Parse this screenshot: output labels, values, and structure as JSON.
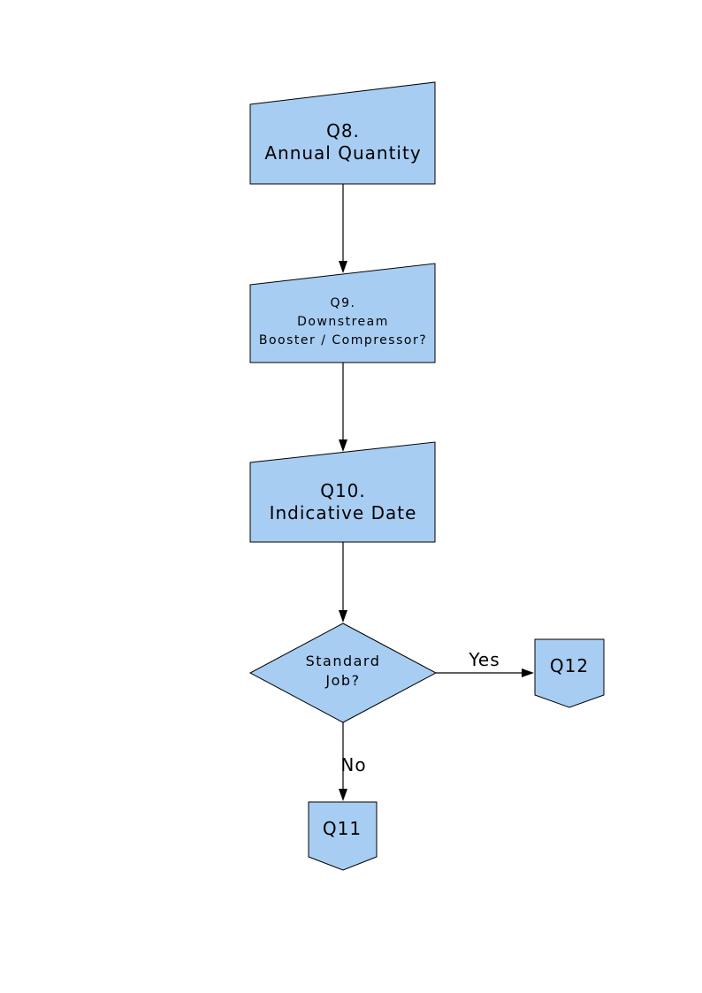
{
  "canvas": {
    "background": "#ffffff"
  },
  "palette": {
    "node_fill": "#a8cdf3",
    "node_stroke": "#000000",
    "connector_color": "#000000",
    "text_color": "#000000"
  },
  "nodes": {
    "q8": {
      "shape": "manual-input",
      "lines": [
        "Q8.",
        "Annual Quantity"
      ]
    },
    "q9": {
      "shape": "manual-input",
      "lines": [
        "Q9.",
        "Downstream",
        "Booster / Compressor?"
      ]
    },
    "q10": {
      "shape": "manual-input",
      "lines": [
        "Q10.",
        "Indicative Date"
      ]
    },
    "decision": {
      "shape": "decision-diamond",
      "lines": [
        "Standard",
        "Job?"
      ]
    },
    "q12": {
      "shape": "off-page-connector",
      "label": "Q12"
    },
    "q11": {
      "shape": "off-page-connector",
      "label": "Q11"
    }
  },
  "connectors": {
    "q8_to_q9": {
      "from": "q8",
      "to": "q9",
      "label": ""
    },
    "q9_to_q10": {
      "from": "q9",
      "to": "q10",
      "label": ""
    },
    "q10_to_decision": {
      "from": "q10",
      "to": "decision",
      "label": ""
    },
    "decision_to_q12": {
      "from": "decision",
      "to": "q12",
      "label": "Yes"
    },
    "decision_to_q11": {
      "from": "decision",
      "to": "q11",
      "label": "No"
    }
  }
}
